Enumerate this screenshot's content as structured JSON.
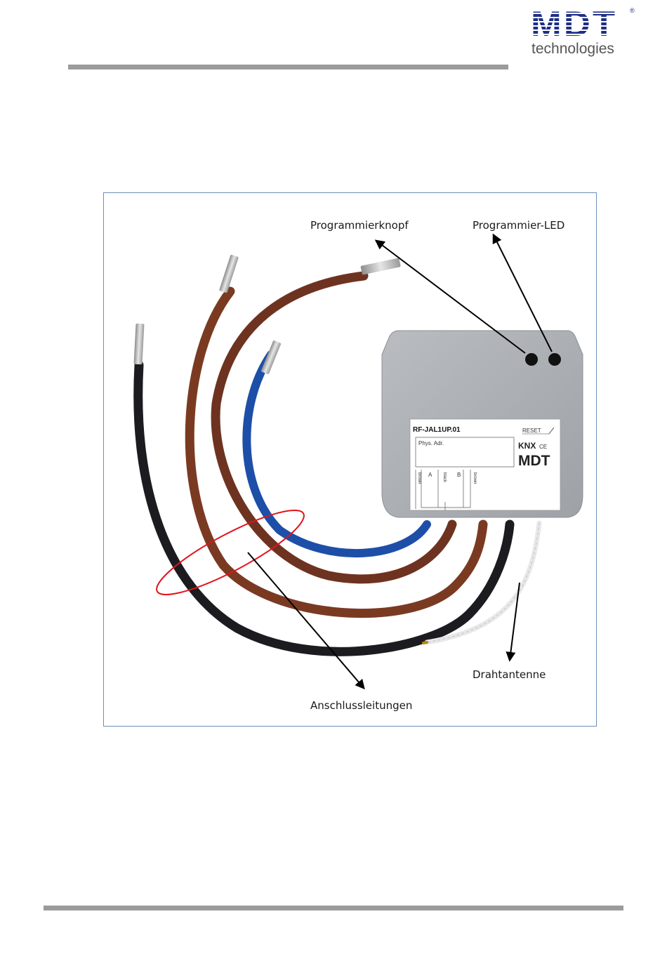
{
  "header": {
    "logo_text": "MDT",
    "logo_reg": "®",
    "logo_subtitle": "technologies"
  },
  "figure": {
    "labels": {
      "programmierknopf": "Programmierknopf",
      "programmier_led": "Programmier-LED",
      "drahtantenne": "Drahtantenne",
      "anschlussleitungen": "Anschlussleitungen"
    },
    "device": {
      "model": "RF-JAL1UP.01",
      "reset": "RESET",
      "phys_adr": "Phys. Adr.",
      "knx": "KNX",
      "ce": "CE",
      "brand": "MDT",
      "terminal_a": "A",
      "terminal_b": "B",
      "wire_brown_1": "brown",
      "wire_black": "black",
      "wire_brown_2": "brown"
    }
  },
  "colors": {
    "brand_blue": "#1f2e86",
    "rule_gray": "#9b9b9b",
    "figure_border": "#6b8fb8",
    "highlight_red": "#e0141b",
    "wire_brown": "#7a3a22",
    "wire_blue": "#1d4fa8",
    "wire_black": "#1c1c20"
  }
}
